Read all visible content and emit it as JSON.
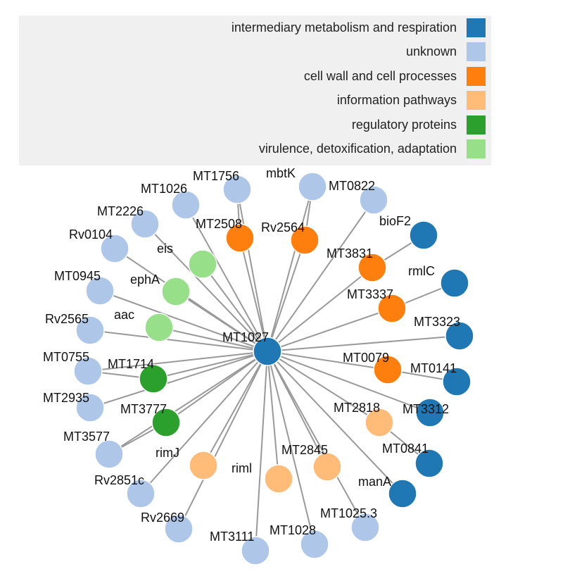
{
  "legend": [
    {
      "label": "intermediary metabolism and respiration",
      "color": "#1f77b4"
    },
    {
      "label": "unknown",
      "color": "#aec7e8"
    },
    {
      "label": "cell wall and cell processes",
      "color": "#ff7f0e"
    },
    {
      "label": "information pathways",
      "color": "#ffbb78"
    },
    {
      "label": "regulatory proteins",
      "color": "#2ca02c"
    },
    {
      "label": "virulence, detoxification, adaptation",
      "color": "#98df8a"
    }
  ],
  "edge_color": "#999999",
  "hub": "MT1027",
  "nodes": [
    {
      "id": "MT1027",
      "category": 0
    },
    {
      "id": "MT1756",
      "category": 1
    },
    {
      "id": "mbtK",
      "category": 1
    },
    {
      "id": "MT1026",
      "category": 1
    },
    {
      "id": "MT0822",
      "category": 1
    },
    {
      "id": "MT2226",
      "category": 1
    },
    {
      "id": "MT2508",
      "category": 2
    },
    {
      "id": "Rv2564",
      "category": 2
    },
    {
      "id": "bioF2",
      "category": 0
    },
    {
      "id": "Rv0104",
      "category": 1
    },
    {
      "id": "eis",
      "category": 5
    },
    {
      "id": "MT3831",
      "category": 2
    },
    {
      "id": "rmlC",
      "category": 0
    },
    {
      "id": "MT0945",
      "category": 1
    },
    {
      "id": "ephA",
      "category": 5
    },
    {
      "id": "MT3337",
      "category": 2
    },
    {
      "id": "Rv2565",
      "category": 1
    },
    {
      "id": "aac",
      "category": 5
    },
    {
      "id": "MT3323",
      "category": 0
    },
    {
      "id": "MT0755",
      "category": 1
    },
    {
      "id": "MT1714",
      "category": 4
    },
    {
      "id": "MT0079",
      "category": 2
    },
    {
      "id": "MT0141",
      "category": 0
    },
    {
      "id": "MT2935",
      "category": 1
    },
    {
      "id": "MT3777",
      "category": 4
    },
    {
      "id": "MT2818",
      "category": 3
    },
    {
      "id": "MT3312",
      "category": 0
    },
    {
      "id": "MT3577",
      "category": 1
    },
    {
      "id": "rimJ",
      "category": 3
    },
    {
      "id": "MT2845",
      "category": 3
    },
    {
      "id": "MT0841",
      "category": 0
    },
    {
      "id": "riml",
      "category": 3
    },
    {
      "id": "Rv2851c",
      "category": 1
    },
    {
      "id": "manA",
      "category": 0
    },
    {
      "id": "Rv2669",
      "category": 1
    },
    {
      "id": "MT1025.3",
      "category": 1
    },
    {
      "id": "MT3111",
      "category": 1
    },
    {
      "id": "MT1028",
      "category": 1
    }
  ],
  "edges": [
    [
      "MT1027",
      "MT1756"
    ],
    [
      "MT1027",
      "mbtK"
    ],
    [
      "MT1027",
      "MT1026"
    ],
    [
      "MT1027",
      "MT0822"
    ],
    [
      "MT1027",
      "MT2226"
    ],
    [
      "MT1027",
      "MT2508"
    ],
    [
      "MT1027",
      "Rv2564"
    ],
    [
      "MT1027",
      "Rv0104"
    ],
    [
      "MT1027",
      "eis"
    ],
    [
      "MT1027",
      "MT3831"
    ],
    [
      "MT1027",
      "MT0945"
    ],
    [
      "MT1027",
      "ephA"
    ],
    [
      "MT1027",
      "MT3337"
    ],
    [
      "MT1027",
      "Rv2565"
    ],
    [
      "MT1027",
      "aac"
    ],
    [
      "MT1027",
      "MT3323"
    ],
    [
      "MT1027",
      "MT0755"
    ],
    [
      "MT1027",
      "MT1714"
    ],
    [
      "MT1027",
      "MT0079"
    ],
    [
      "MT1027",
      "MT2935"
    ],
    [
      "MT1027",
      "MT3777"
    ],
    [
      "MT1027",
      "MT2818"
    ],
    [
      "MT1027",
      "MT3312"
    ],
    [
      "MT1027",
      "MT3577"
    ],
    [
      "MT1027",
      "rimJ"
    ],
    [
      "MT1027",
      "MT2845"
    ],
    [
      "MT1027",
      "riml"
    ],
    [
      "MT1027",
      "Rv2851c"
    ],
    [
      "MT1027",
      "manA"
    ],
    [
      "MT1027",
      "Rv2669"
    ],
    [
      "MT1027",
      "MT1025.3"
    ],
    [
      "MT1027",
      "MT3111"
    ],
    [
      "MT1027",
      "MT1028"
    ],
    [
      "MT1756",
      "MT2508"
    ],
    [
      "mbtK",
      "Rv2564"
    ],
    [
      "MT3831",
      "bioF2"
    ],
    [
      "MT3337",
      "rmlC"
    ],
    [
      "MT0079",
      "MT0141"
    ],
    [
      "MT2818",
      "MT0841"
    ],
    [
      "MT3777",
      "MT3577"
    ],
    [
      "MT1714",
      "MT0755"
    ]
  ]
}
